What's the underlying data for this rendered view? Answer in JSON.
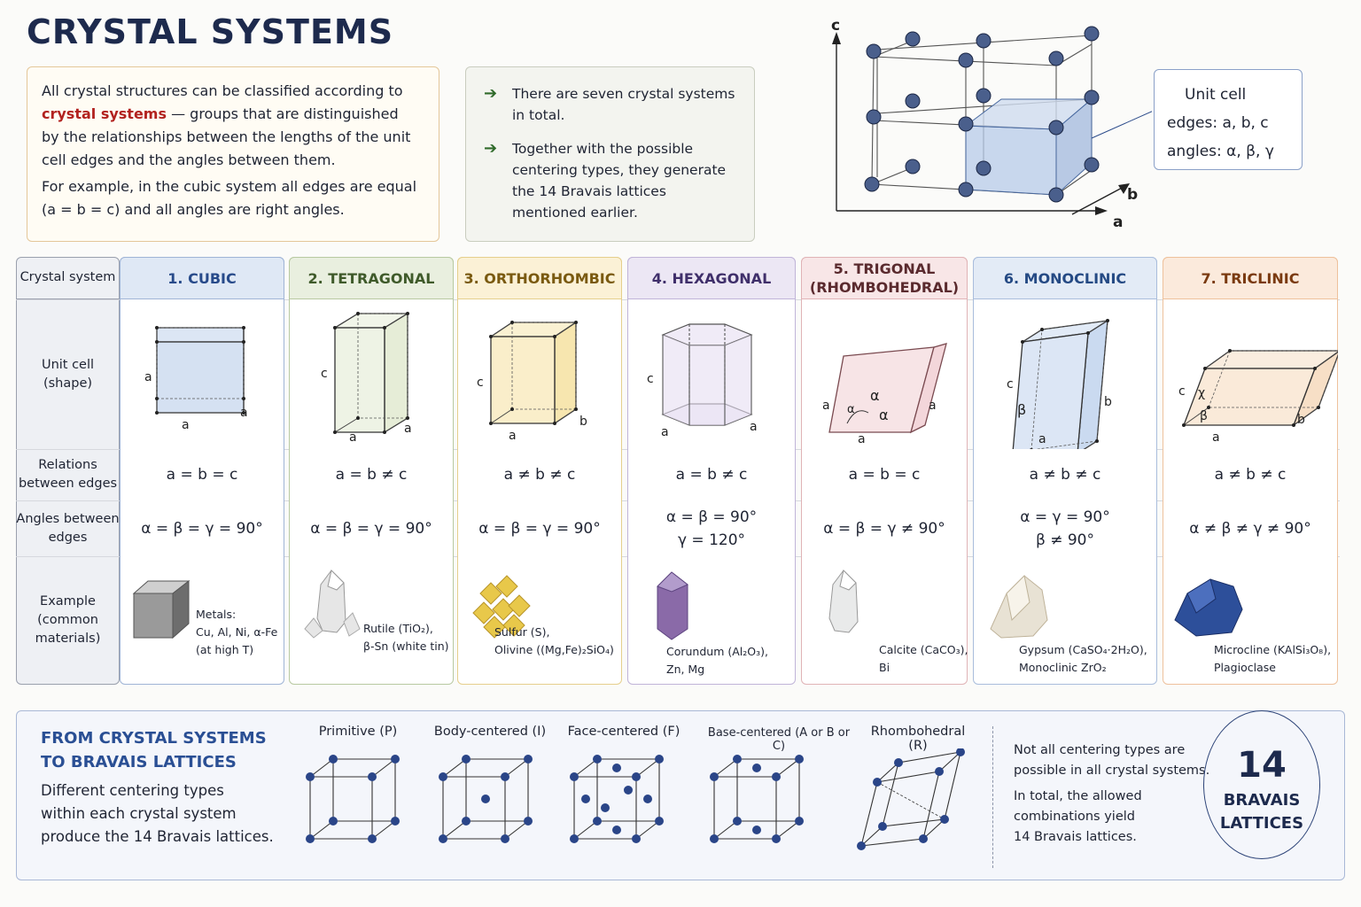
{
  "title": "CRYSTAL SYSTEMS",
  "intro": {
    "p1_a": "All crystal structures can be classified according to",
    "p1_hl": "crystal systems",
    "p1_b": " — groups that are distinguished",
    "p1_c": "by the relationships between the lengths of the unit",
    "p1_d": "cell edges and the angles between them.",
    "p2_a": "For example, in the cubic system all edges are equal",
    "p2_b": "(a = b = c) and all angles are right angles."
  },
  "facts": [
    {
      "icon": "arrow-right-icon",
      "text": "There are seven crystal systems in total."
    },
    {
      "icon": "arrow-right-icon",
      "text": "Together with the possible centering types, they generate the 14 Bravais lattices mentioned earlier."
    }
  ],
  "unit_cell_box": {
    "title": "Unit cell",
    "edges": "edges:  a,  b,  c",
    "angles": "angles:  α,  β,  γ"
  },
  "axes": {
    "a": "a",
    "b": "b",
    "c": "c"
  },
  "row_labels": [
    "Crystal system",
    "Unit cell (shape)",
    "Relations between edges",
    "Angles between edges",
    "Example (common materials)"
  ],
  "systems": [
    {
      "name": "1.  CUBIC",
      "color": "#dfe8f5",
      "border": "#9fb4d6",
      "text": "#274a8a",
      "fill": "#b9cde9",
      "edges": "a  =  b  =  c",
      "angles1": "α  =  β  =  γ  =  90°",
      "angles2": "",
      "example": "Metals:\nCu, Al, Ni, α-Fe\n(at high T)",
      "labels": [
        "a",
        "a",
        "a"
      ]
    },
    {
      "name": "2.  TETRAGONAL",
      "color": "#e9efdf",
      "border": "#b8c9a1",
      "text": "#3f5a2a",
      "fill": "#e3ebd3",
      "edges": "a  =  b  ≠  c",
      "angles1": "α  =  β  =  γ  =  90°",
      "angles2": "",
      "example": "Rutile (TiO₂),\nβ-Sn (white tin)",
      "labels": [
        "c",
        "a",
        "a"
      ]
    },
    {
      "name": "3.  ORTHORHOMBIC",
      "color": "#fbf1d6",
      "border": "#e5cf8c",
      "text": "#7a5a10",
      "fill": "#f6e3a6",
      "edges": "a  ≠  b  ≠  c",
      "angles1": "α  =  β  =  γ  =  90°",
      "angles2": "",
      "example": "Sulfur (S),\nOlivine ((Mg,Fe)₂SiO₄)",
      "labels": [
        "c",
        "a",
        "b"
      ]
    },
    {
      "name": "4.  HEXAGONAL",
      "color": "#ece7f4",
      "border": "#c0b4d8",
      "text": "#3f2f6a",
      "fill": "#e6def1",
      "edges": "a  =  b  ≠  c",
      "angles1": "α  =  β  =  90°",
      "angles2": "γ  =  120°",
      "example": "Corundum (Al₂O₃),\nZn, Mg",
      "labels": [
        "c",
        "a",
        "a"
      ]
    },
    {
      "name": "5.  TRIGONAL\n(RHOMBOHEDRAL)",
      "color": "#f8e6e7",
      "border": "#e0b3b6",
      "text": "#5a2a2e",
      "fill": "#f2d2d6",
      "edges": "a  =  b  =  c",
      "angles1": "α  =  β  =  γ  ≠  90°",
      "angles2": "",
      "example": "Calcite (CaCO₃),\nBi",
      "labels": [
        "a",
        "a",
        "a"
      ]
    },
    {
      "name": "6.  MONOCLINIC",
      "color": "#e3ebf6",
      "border": "#a9bddc",
      "text": "#254a84",
      "fill": "#c4d6ee",
      "edges": "a  ≠  b  ≠  c",
      "angles1": "α  =  γ  =  90°",
      "angles2": "β  ≠  90°",
      "example": "Gypsum (CaSO₄·2H₂O),\nMonoclinic ZrO₂",
      "labels": [
        "c",
        "a",
        "b"
      ]
    },
    {
      "name": "7.  TRICLINIC",
      "color": "#fbeadc",
      "border": "#eec19c",
      "text": "#7a3a10",
      "fill": "#f6dcc0",
      "edges": "a  ≠  b  ≠  c",
      "angles1": "α  ≠  β  ≠  γ  ≠  90°",
      "angles2": "",
      "example": "Microcline (KAlSi₃O₈),\nPlagioclase",
      "labels": [
        "c",
        "a",
        "b"
      ]
    }
  ],
  "bravais": {
    "title1": "FROM CRYSTAL SYSTEMS",
    "title2": "TO BRAVAIS LATTICES",
    "desc1": "Different centering types",
    "desc2": "within each crystal system",
    "desc3": "produce the 14 Bravais lattices.",
    "types": [
      "Primitive (P)",
      "Body-centered (I)",
      "Face-centered (F)",
      "Base-centered (A or B or C)",
      "Rhombohedral (R)"
    ],
    "note1": "Not all centering types are",
    "note2": "possible in all crystal systems.",
    "note3": "In total, the allowed",
    "note4": "combinations yield",
    "note5": "14 Bravais lattices.",
    "count": "14",
    "count_label1": "BRAVAIS",
    "count_label2": "LATTICES"
  }
}
